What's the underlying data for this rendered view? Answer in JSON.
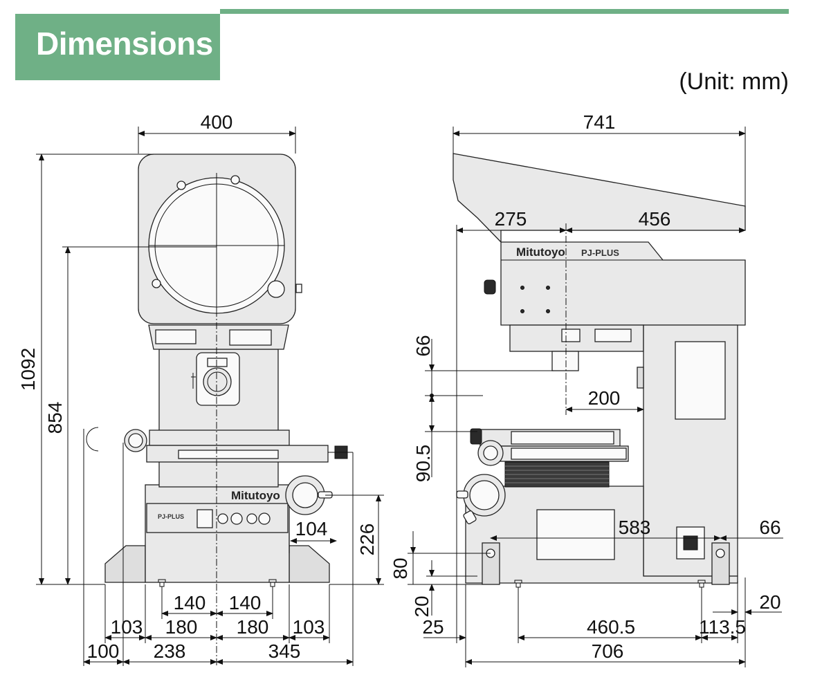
{
  "header": {
    "title": "Dimensions",
    "unit": "(Unit: mm)"
  },
  "front_view": {
    "brand": "Mitutoyo",
    "panel_label": "PJ-PLUS",
    "dims": {
      "width_top": "400",
      "height_total": "1092",
      "height_axis": "854",
      "handle_offset": "104",
      "base_height": "226",
      "left_140": "140",
      "right_140": "140",
      "left_103": "103",
      "left_180": "180",
      "right_180": "180",
      "right_103": "103",
      "left_100": "100",
      "mid_238": "238",
      "right_345": "345"
    }
  },
  "side_view": {
    "brand": "Mitutoyo",
    "model": "PJ-PLUS",
    "dims": {
      "width_top": "741",
      "left_275": "275",
      "right_456": "456",
      "lens_66": "66",
      "lens_200": "200",
      "stage_90_5": "90.5",
      "base_583": "583",
      "right_66": "66",
      "base_80": "80",
      "foot_20_left": "20",
      "right_20": "20",
      "left_25": "25",
      "foot_460_5": "460.5",
      "right_113_5": "113.5",
      "base_706": "706"
    }
  }
}
